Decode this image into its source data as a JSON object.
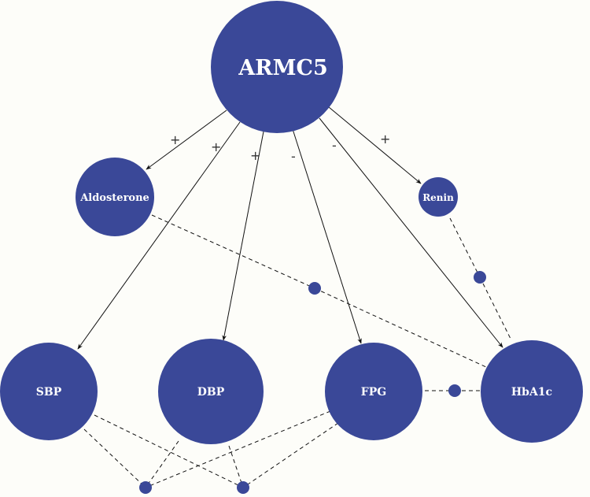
{
  "colors": {
    "node": "#3a4898",
    "background": "#fdfdf9",
    "edge": "#111111"
  },
  "nodes": {
    "armc5": "ARMC5",
    "aldosterone": "Aldosterone",
    "renin": "Renin",
    "sbp": "SBP",
    "dbp": "DBP",
    "fpg": "FPG",
    "hba1c": "HbA1c"
  },
  "edges": [
    {
      "from": "ARMC5",
      "to": "Aldosterone",
      "sign": "+"
    },
    {
      "from": "ARMC5",
      "to": "SBP",
      "sign": "+"
    },
    {
      "from": "ARMC5",
      "to": "DBP",
      "sign": "+"
    },
    {
      "from": "ARMC5",
      "to": "FPG",
      "sign": "-"
    },
    {
      "from": "ARMC5",
      "to": "HbA1c",
      "sign": "-"
    },
    {
      "from": "ARMC5",
      "to": "Renin",
      "sign": "+"
    }
  ],
  "associations": [
    {
      "between": [
        "Aldosterone",
        "HbA1c"
      ]
    },
    {
      "between": [
        "Renin",
        "HbA1c"
      ]
    },
    {
      "between": [
        "FPG",
        "HbA1c"
      ]
    },
    {
      "between": [
        "SBP",
        "DBP",
        "FPG"
      ]
    },
    {
      "between": [
        "SBP",
        "DBP",
        "FPG"
      ]
    }
  ]
}
